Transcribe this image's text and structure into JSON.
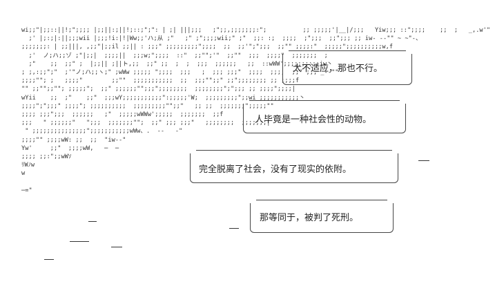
{
  "ascii_art": {
    "lines": [
      "wi;;\"|;;::||!;\";;;; |;;||:;||!;::;\";\": | ;| |||;;;   ;\";;,;;;;;;;:\";          ;; ;;;;;'|__|/;;;   Yiw;;; ::\";;;;    ;;  ;   _,.w'\"",
      "  ;' |;:;|:||;;;wii |;;;!i:|!|Ww;;'ハ;从 ;\"   ;\" ;\";;;;wii;\" ;\"  ;;: :;  ;;;;  ;\";;;  ;;\";;; ;; iw- ‐-\"\" ~ ~\"-、",
      ";;;;;;;: | ;;|||, ,;;\"|;;il ;;|| : ;;;\" ;;;;;;;;;\";;;;  ;;  ;;'\";\";;;  ;;\"\" ;;;;:\"  ;;;;;\";;;;;;;;;;w,f",
      "  ;'  ノ;ハ;;ゾ ;\"|;;|  ;;;;||  ;;;w;\";;;;  ::\"  ;;\"\";'\"  ;;\"\"  ;;;  ;;;;\"  ;;;;;;;  ;",
      "  ;\"    ;;  ;;\" ;  |;;|| ;||ト,;;  ;;\" ;;  ;  ;  ;;;  ;;;;;;   ;;  ::wWW';;;;;;;;;;iw丶",
      "; ;,:;;\";\"  ;'\"ノ;ハ;;ヽ;\" ;wWw ;;;;; \";;;;  ;;;   ;  ;;; ;;;\"  ;;;;  ;;;;  ;;\" ;;, _-‐\"\"",
      ";;;;\"\"; ;   ;;;;\"        ;;\"\"  ;;;;;;;;;;;  ;;  ;;;\"\";;\" ;;\";;;;;;;; ;; ;;;;f",
      "\"\" ;;\"\";;\"\"; ;;;;;\";  ;;\" ;;;;;;\"\";;;\";;;;;;;;  ;;;;;;;;\";\";;; ;; ;;;;\";;;;|",
      "wYii    ;;  ;\"    ;;\"  ;;;wY;;;;;;;;;;;\":;;;;;'W;  ;;;;;;;;;\";;wi ;;;;;;;;;;;丶",
      ";;;;\";\";;;\" ;;;;\"; ;;;;;;;;;;  ;;;;;;;;;\"\";;\"   ;; ;;  ;;;;;;;\";;;;;\"\"",
      ";;;; ;;;\";;;  ;;;;;;   ;\"  ;;;;;wWWw';;;;;  ;;;;;;;  ;;f",
      ";;;   \" ;;;;;;\"   \";;;  ;;;;;;;\"\";  ;;\" ;;; ;;;\"   ;;;;;;;;  ;;;;;;;|",
      " \" ;;;;;;;;;;;;;;;\";;;;;;;;;;;wWw、.  -‐   ‐\"",
      ";;;;\"\" ;;;;wW: ;;  ;;  \"iw-‐\"",
      "Yw'     ;;\"  ;;;;wW,   ─  ─",
      ";;;; ;;:\";;wWｿ",
      "ﾘWﾉw",
      "w",
      "",
      "─=\""
    ]
  },
  "bubbles": [
    {
      "text": "太不适应，那也不行。"
    },
    {
      "text": "人毕竟是一种社会性的动物。"
    },
    {
      "text": "完全脱离了社会，没有了现实的依附。"
    },
    {
      "text": "那等同于，被判了死刑。"
    }
  ]
}
